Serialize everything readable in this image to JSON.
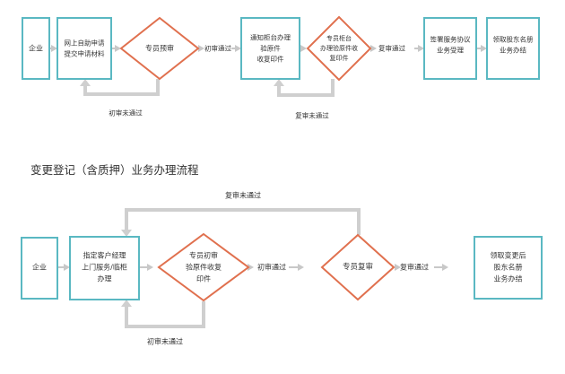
{
  "colors": {
    "box_border": "#5ab8c2",
    "diamond_border": "#e0704e",
    "arrow": "#c8c8c8",
    "return_line": "#cfcfcf",
    "text": "#333333"
  },
  "flow1": {
    "nodes": [
      {
        "shape": "box",
        "lines": [
          "企业"
        ]
      },
      {
        "shape": "box",
        "lines": [
          "网上自助申请",
          "提交申请材料"
        ]
      },
      {
        "shape": "diamond",
        "lines": [
          "专员预审"
        ]
      },
      {
        "shape": "box",
        "lines": [
          "通知柜台办理",
          "验原件",
          "收复印件"
        ]
      },
      {
        "shape": "diamond",
        "lines": [
          "专员柜台",
          "办理验原件收",
          "复印件"
        ]
      },
      {
        "shape": "box",
        "lines": [
          "签署服务协议",
          "业务受理"
        ]
      },
      {
        "shape": "box",
        "lines": [
          "领取股东名册",
          "业务办结"
        ]
      }
    ],
    "edge_labels": [
      "初审通过",
      "复审通过"
    ],
    "loop_labels": [
      "初审未通过",
      "复审未通过"
    ]
  },
  "section2_title": "变更登记（含质押）业务办理流程",
  "flow2": {
    "nodes": [
      {
        "shape": "box",
        "lines": [
          "企业"
        ]
      },
      {
        "shape": "box",
        "lines": [
          "指定客户经理",
          "上门服务/临柜",
          "办理"
        ]
      },
      {
        "shape": "diamond",
        "lines": [
          "专员初审",
          "验原件收复",
          "印件"
        ]
      },
      {
        "shape": "diamond",
        "lines": [
          "专员复审"
        ]
      },
      {
        "shape": "box",
        "lines": [
          "领取变更后",
          "股东名册",
          "业务办结"
        ]
      }
    ],
    "edge_labels": [
      "初审通过",
      "复审通过"
    ],
    "loop_labels": [
      "复审未通过",
      "初审未通过"
    ]
  }
}
